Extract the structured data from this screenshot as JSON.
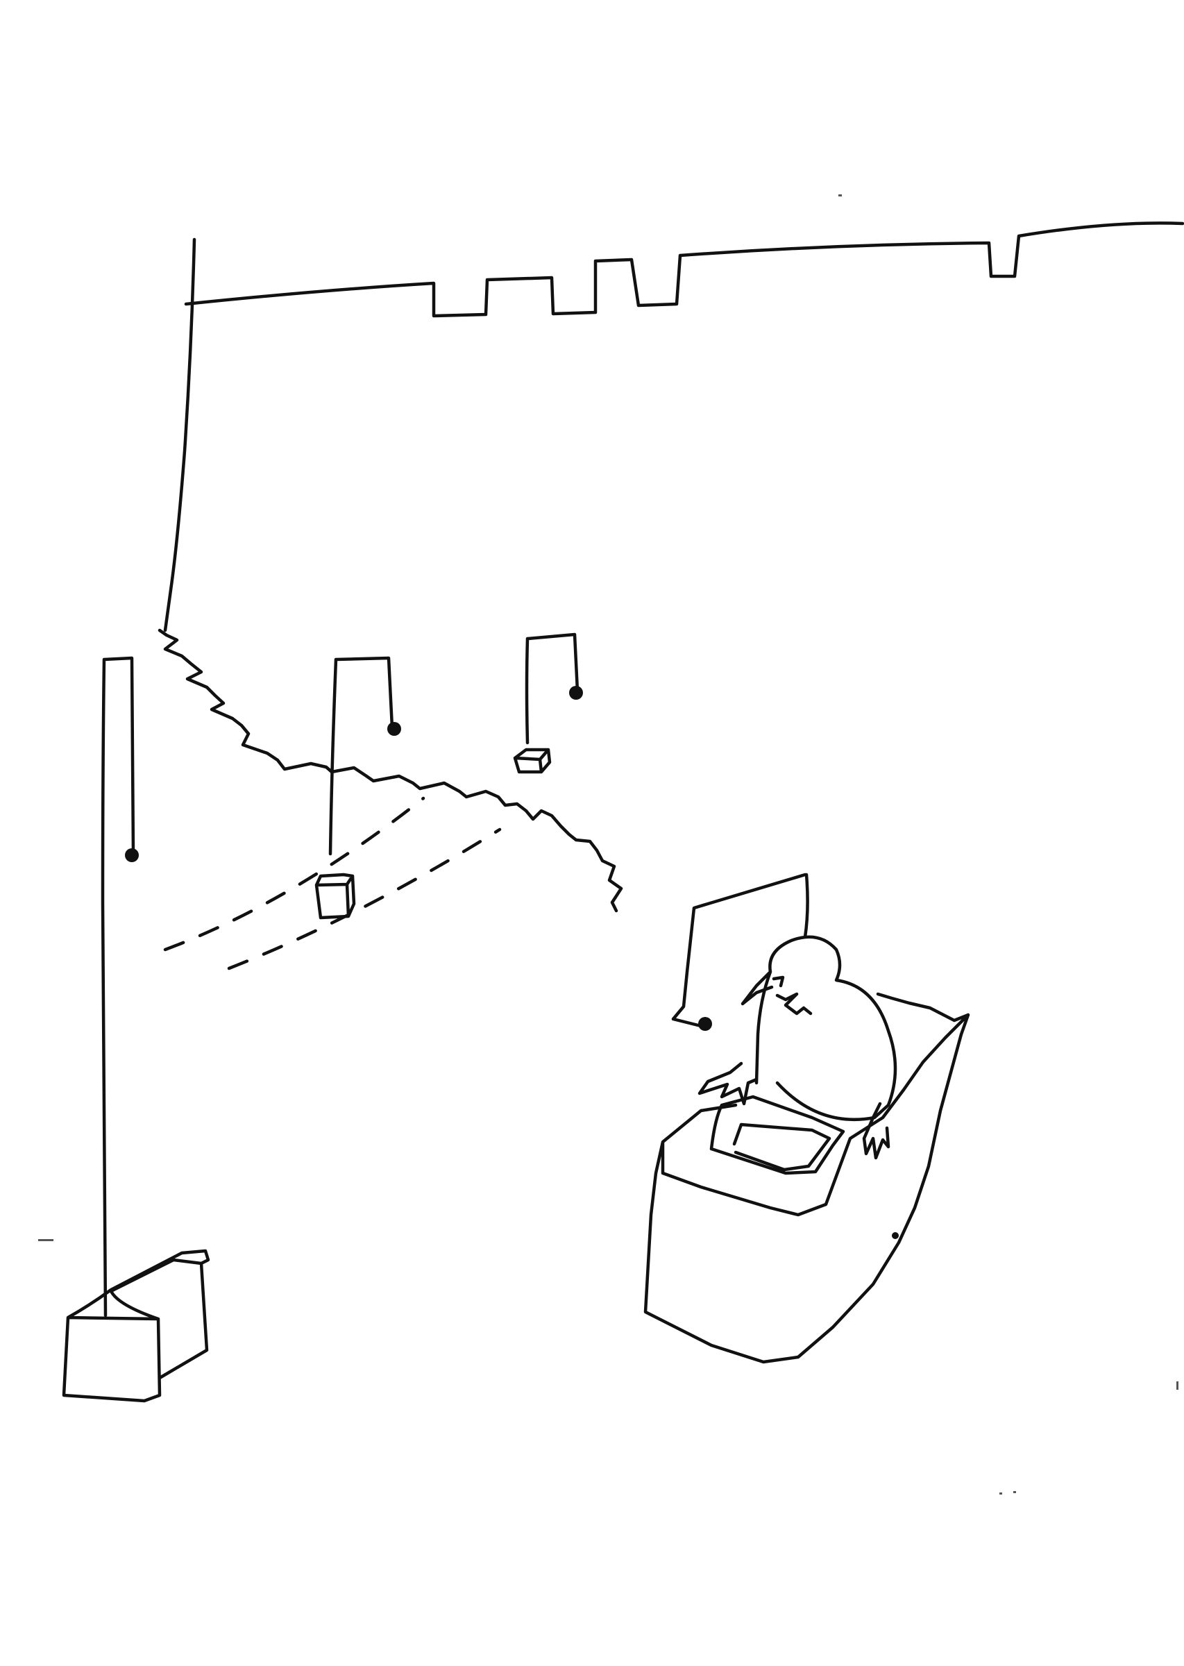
{
  "drawing": {
    "paper_color": "#ffffff",
    "ink_color": "#111111",
    "elements": [
      "crenellated-wall",
      "zigzag-staircase",
      "hanging-lamp",
      "hanging-box",
      "floor-box",
      "desk",
      "seated-figure"
    ]
  }
}
